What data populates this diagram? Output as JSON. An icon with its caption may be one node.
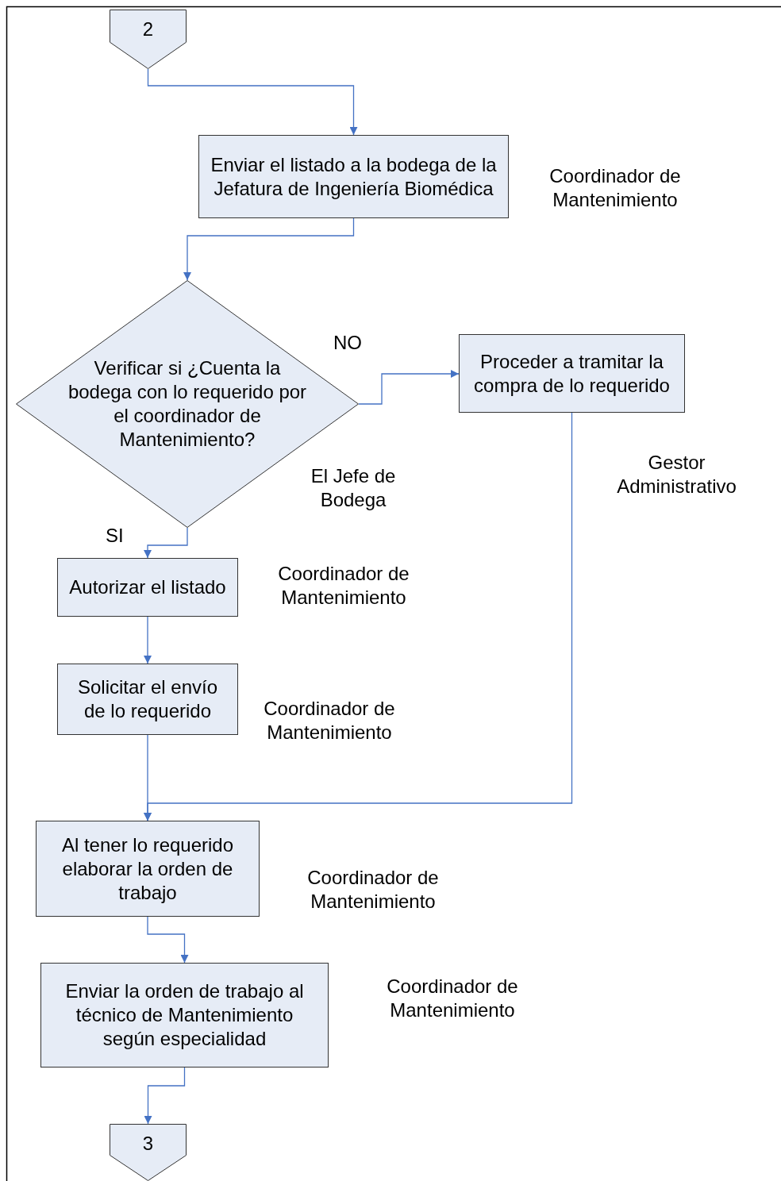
{
  "diagram": {
    "nodes": [
      {
        "text": [
          "2"
        ]
      },
      {
        "text": [
          "Enviar el listado a la bodega de la Jefatura de Ingeniería Biomédica"
        ],
        "beside": [
          "Coordinador de Mantenimiento"
        ]
      },
      {
        "text": [
          "Verificar si ¿Cuenta la bodega con lo requerido por el coordinador de Mantenimiento?"
        ],
        "beside": [
          "El Jefe de Bodega"
        ]
      },
      {
        "text": [
          "Proceder a tramitar la compra de lo requerido"
        ],
        "beside": [
          "Gestor Administrativo"
        ]
      },
      {
        "text": [
          "Autorizar el listado"
        ],
        "beside": [
          "Coordinador de Mantenimiento"
        ]
      },
      {
        "text": [
          "Solicitar el envío de lo requerido"
        ],
        "beside": [
          "Coordinador de Mantenimiento"
        ]
      },
      {
        "text": [
          "Al tener lo requerido elaborar la orden de trabajo"
        ],
        "beside": [
          "Coordinador de Mantenimiento"
        ]
      },
      {
        "text": [
          "Enviar la orden de trabajo al técnico de Mantenimiento según especialidad"
        ],
        "beside": [
          "Coordinador de Mantenimiento"
        ]
      },
      {
        "text": [
          "3"
        ]
      }
    ],
    "edges": [
      {
        "from": 0,
        "to": 1,
        "arrow": "to"
      },
      {
        "from": 1,
        "to": 2,
        "arrow": "to"
      },
      {
        "from": 2,
        "to": 3,
        "arrow": "to",
        "label": "NO"
      },
      {
        "from": 2,
        "to": 4,
        "arrow": "to",
        "label": "SI"
      },
      {
        "from": 4,
        "to": 5,
        "arrow": "to"
      },
      {
        "from": 5,
        "to": 6,
        "arrow": "to"
      },
      {
        "from": 3,
        "to": 6,
        "arrow": "to"
      },
      {
        "from": 6,
        "to": 7,
        "arrow": "to"
      },
      {
        "from": 7,
        "to": 8,
        "arrow": "to"
      }
    ]
  }
}
